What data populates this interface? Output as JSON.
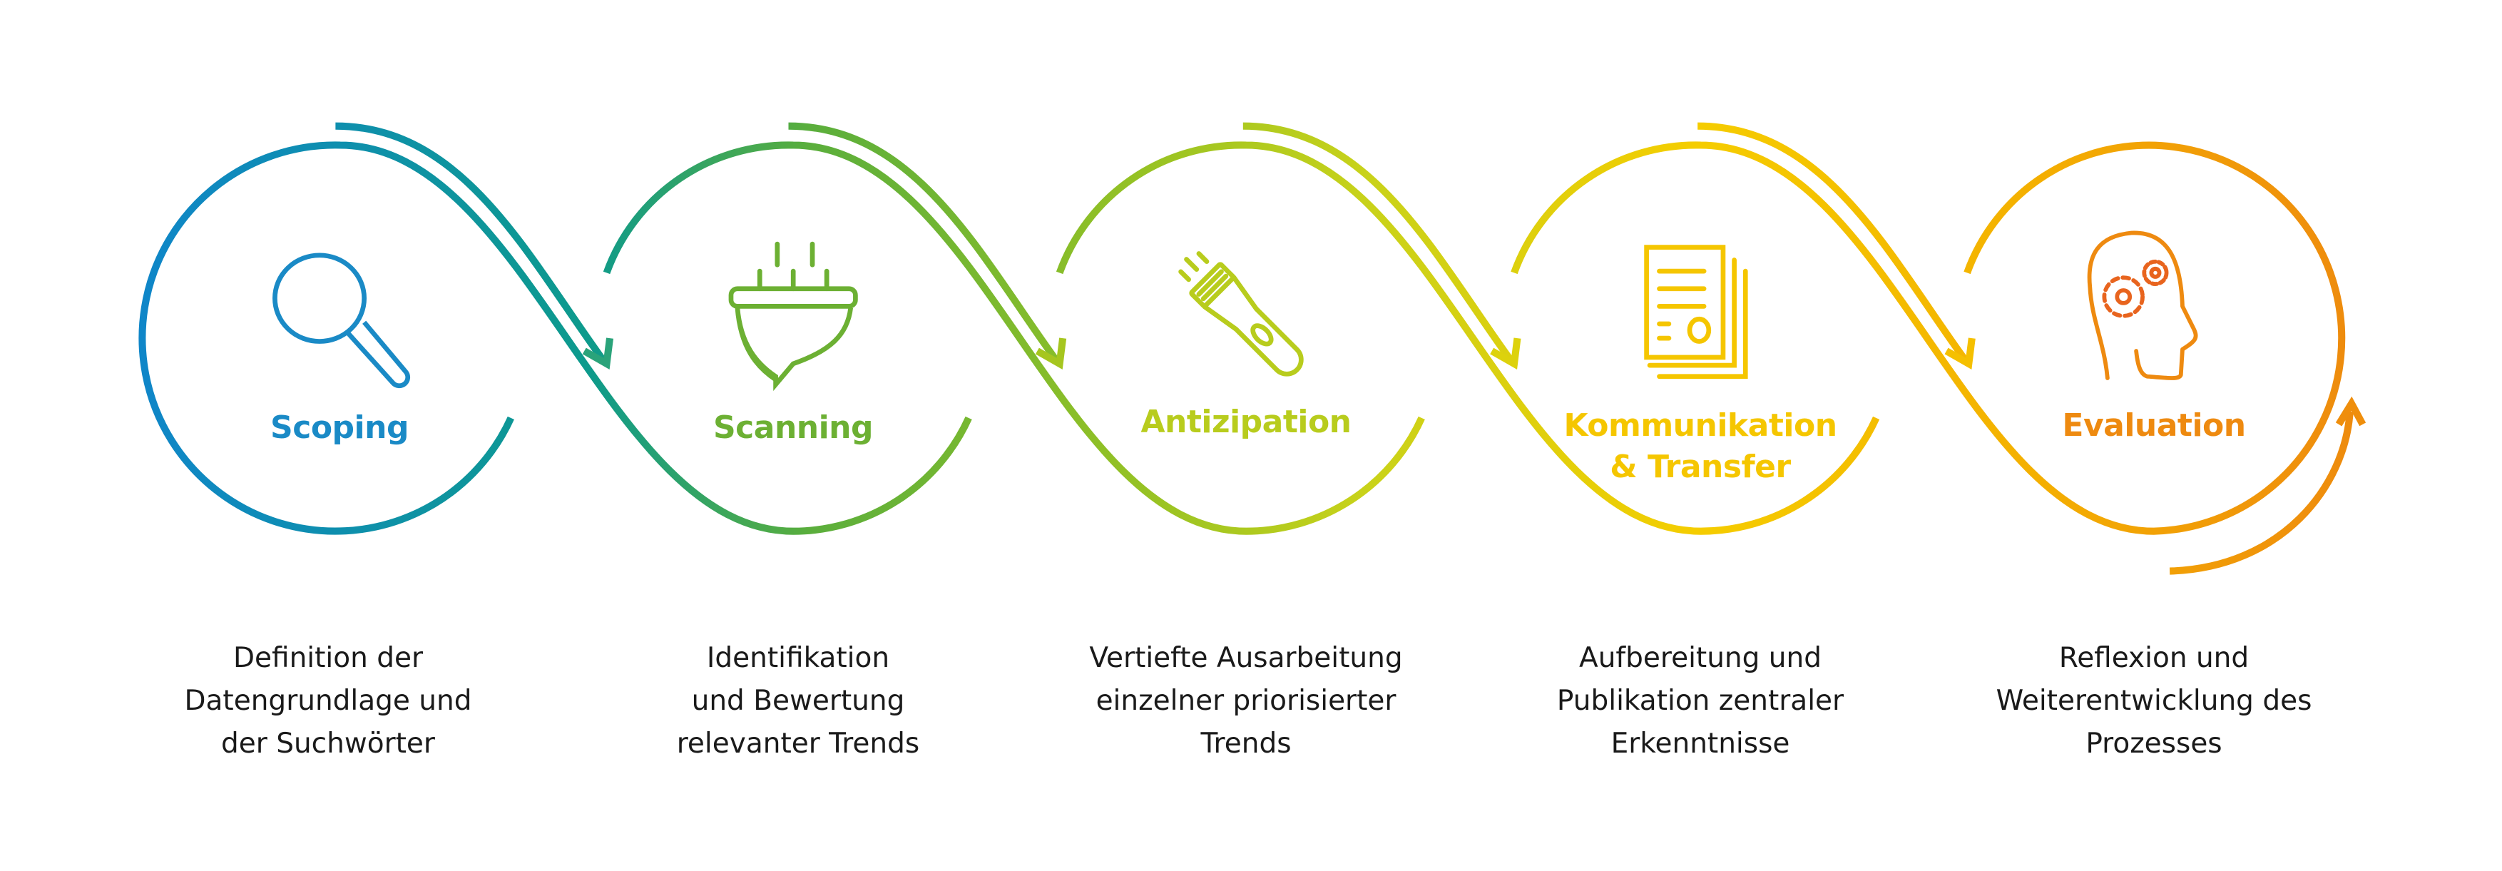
{
  "colors": {
    "blue": "#1289c4",
    "teal": "#0e9a8e",
    "green": "#6cb033",
    "lime": "#b6cd1c",
    "yellow": "#f5cb00",
    "amber": "#f4b400",
    "orange": "#ef8c0c",
    "gear_red": "#e8641e"
  },
  "steps": [
    {
      "icon": "magnifier-icon",
      "title": [
        "Scoping"
      ],
      "color": "#1a8ac6",
      "description": [
        "Definition der",
        "Datengrundlage und",
        "der Suchwörter"
      ]
    },
    {
      "icon": "funnel-icon",
      "title": [
        "Scanning"
      ],
      "color": "#6cb033",
      "description": [
        "Identifikation",
        "und Bewertung",
        "relevanter Trends"
      ]
    },
    {
      "icon": "flashlight-icon",
      "title": [
        "Antizipation"
      ],
      "color": "#b8cc1d",
      "description": [
        "Vertiefte Ausarbeitung",
        "einzelner priorisierter",
        "Trends"
      ]
    },
    {
      "icon": "documents-icon",
      "title": [
        "Kommunikation",
        "& Transfer"
      ],
      "color": "#f5c600",
      "description": [
        "Aufbereitung und",
        "Publikation zentraler",
        "Erkenntnisse"
      ]
    },
    {
      "icon": "head-gears-icon",
      "title": [
        "Evaluation"
      ],
      "color": "#ee8a10",
      "description": [
        "Reflexion und",
        "Weiterentwicklung des",
        "Prozesses"
      ]
    }
  ]
}
